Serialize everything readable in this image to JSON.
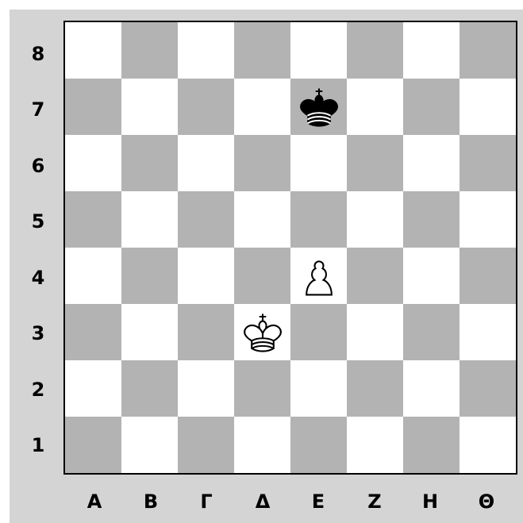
{
  "board": {
    "ranks": [
      "8",
      "7",
      "6",
      "5",
      "4",
      "3",
      "2",
      "1"
    ],
    "files": [
      "Α",
      "Β",
      "Γ",
      "Δ",
      "Ε",
      "Ζ",
      "Η",
      "Θ"
    ],
    "pieces": [
      {
        "square": "Ε7",
        "color": "black",
        "type": "king",
        "icon": "black-king-icon"
      },
      {
        "square": "Ε4",
        "color": "white",
        "type": "pawn",
        "icon": "white-pawn-icon"
      },
      {
        "square": "Δ3",
        "color": "white",
        "type": "king",
        "icon": "white-king-icon"
      }
    ],
    "colors": {
      "light_square": "#ffffff",
      "dark_square": "#b3b3b3",
      "frame": "#d4d4d4"
    }
  }
}
